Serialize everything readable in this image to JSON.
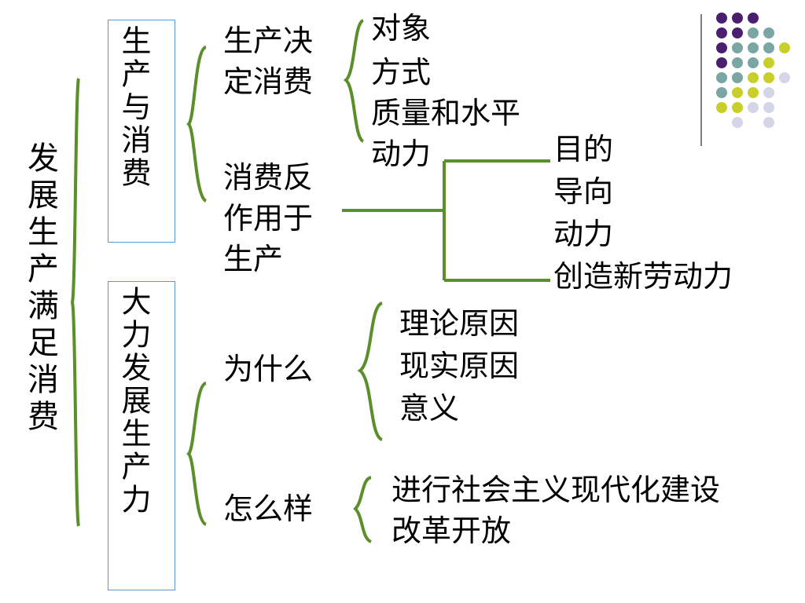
{
  "main_title": "发展生产满足消费",
  "branch1": {
    "label": "生产与消费",
    "sub1": {
      "label_line1": "生产决",
      "label_line2": "定消费",
      "items": [
        "对象",
        "方式",
        "质量和水平",
        "动力"
      ]
    },
    "sub2": {
      "label_line1": "消费反",
      "label_line2": "作用于",
      "label_line3": "生产",
      "items": [
        "目的",
        "导向",
        "动力",
        "创造新劳动力"
      ]
    }
  },
  "branch2": {
    "label": "大力发展生产力",
    "sub1": {
      "label": "为什么",
      "items": [
        "理论原因",
        "现实原因",
        "意义"
      ]
    },
    "sub2": {
      "label": "怎么样",
      "items": [
        "进行社会主义现代化建设",
        "改革开放"
      ]
    }
  },
  "colors": {
    "bracket": "#5a8f29",
    "box_border": "#5b9bd5",
    "dot_purple": "#4b1f6f",
    "dot_teal": "#7aa6a4",
    "dot_yellow": "#c9cf2a",
    "dot_lavender": "#d5d5e8",
    "divider": "#7f7f7f"
  }
}
